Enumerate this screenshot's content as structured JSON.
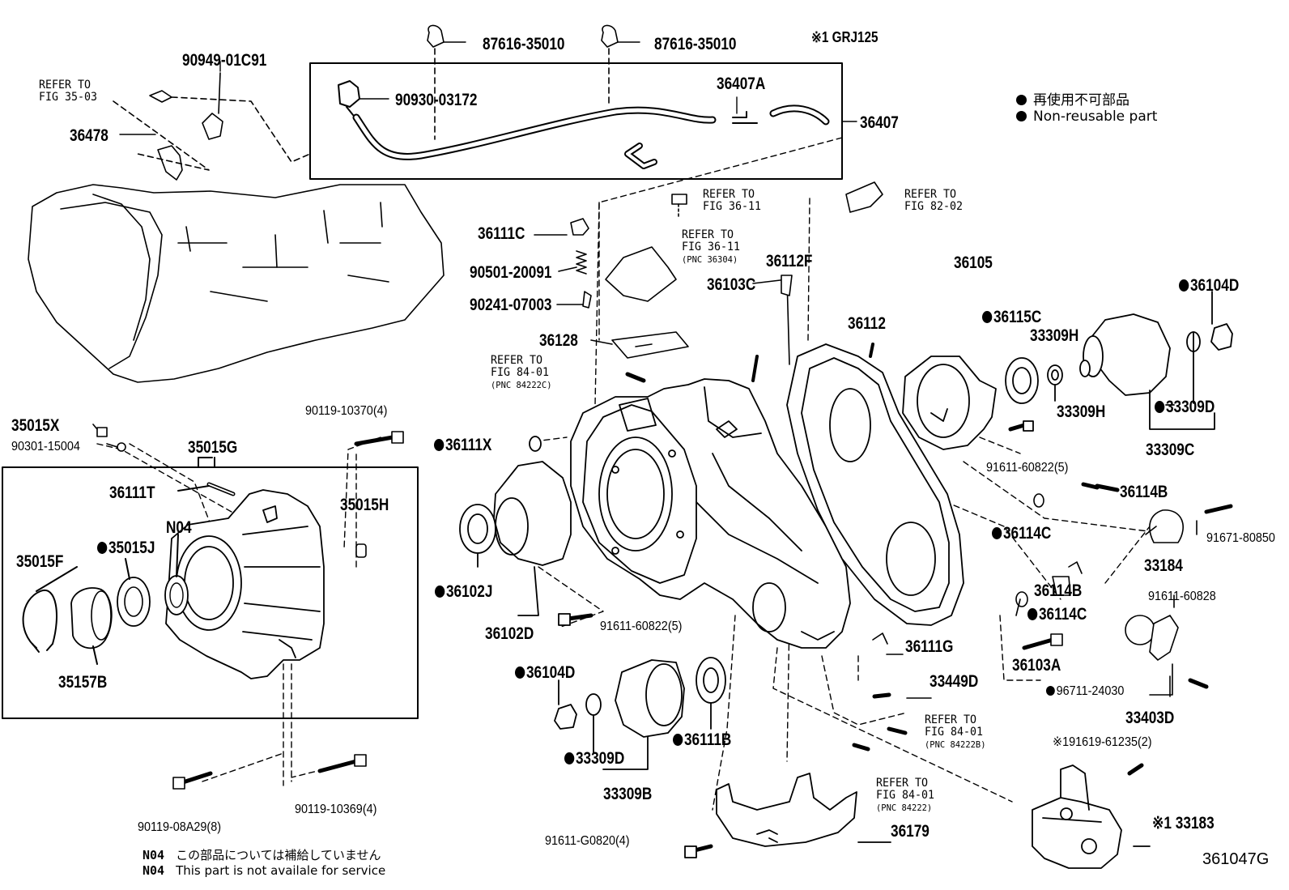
{
  "header": {
    "variant_note": "※1 GRJ125",
    "figure_id": "361047G"
  },
  "legend": {
    "jp": "再使用不可部品",
    "en": "Non-reusable part"
  },
  "footnote": {
    "code1": "N04",
    "text_jp": "この部品については補給していません",
    "code2": "N04",
    "text_en": "This part is not availale for service"
  },
  "refs": {
    "fig35": [
      "REFER TO",
      "FIG 35-03"
    ],
    "fig36a": [
      "REFER TO",
      "FIG 36-11"
    ],
    "fig36b": [
      "REFER TO",
      "FIG 36-11",
      "(PNC 36304)"
    ],
    "fig82": [
      "REFER TO",
      "FIG 82-02"
    ],
    "fig84a": [
      "REFER TO",
      "FIG 84-01",
      "(PNC 84222C)"
    ],
    "fig84b": [
      "REFER TO",
      "FIG 84-01",
      "(PNC 84222B)"
    ],
    "fig84c": [
      "REFER TO",
      "FIG 84-01",
      "(PNC 84222)"
    ]
  },
  "parts": {
    "p87616a": "87616-35010",
    "p87616b": "87616-35010",
    "p90949": "90949-01C91",
    "p90930": "90930-03172",
    "p36407A": "36407A",
    "p36407": "36407",
    "p36478": "36478",
    "p36111C": "36111C",
    "p90501": "90501-20091",
    "p90241": "90241-07003",
    "p36128": "36128",
    "p36112F": "36112F",
    "p36103C": "36103C",
    "p36112": "36112",
    "p36105": "36105",
    "p36104D_top": "36104D",
    "p36115C": "36115C",
    "p33309H_a": "33309H",
    "p33309H_b": "33309H",
    "p33309D_top": "33309D",
    "p33309C": "33309C",
    "p91611_5a": "91611-60822(5)",
    "p36114B_a": "36114B",
    "p36114C_a": "36114C",
    "p91671": "91671-80850",
    "p33184": "33184",
    "p36114B_b": "36114B",
    "p36114C_b": "36114C",
    "p91611_28": "91611-60828",
    "p36103A": "36103A",
    "p96711": "96711-24030",
    "p33403D": "33403D",
    "p36111G": "36111G",
    "p33449D": "33449D",
    "p91619": "91619-61235(2)",
    "p33183": "33183",
    "p36179": "36179",
    "p91611_g": "91611-G0820(4)",
    "p36111B": "36111B",
    "p33309D_bot": "33309D",
    "p33309B": "33309B",
    "p36104D_bot": "36104D",
    "p91611_5b": "91611-60822(5)",
    "p36102D": "36102D",
    "p36102J": "36102J",
    "p36111X": "36111X",
    "p35015X": "35015X",
    "p90301": "90301-15004",
    "p35015G": "35015G",
    "p90119_4": "90119-10370(4)",
    "p36111T": "36111T",
    "p35015H": "35015H",
    "pN04": "N04",
    "p35015F": "35015F",
    "p35015J": "35015J",
    "p35157B": "35157B",
    "p90119_8": "90119-08A29(8)",
    "p90119_69": "90119-10369(4)"
  },
  "marks": {
    "variant": "※1",
    "non_reusable": "●"
  }
}
